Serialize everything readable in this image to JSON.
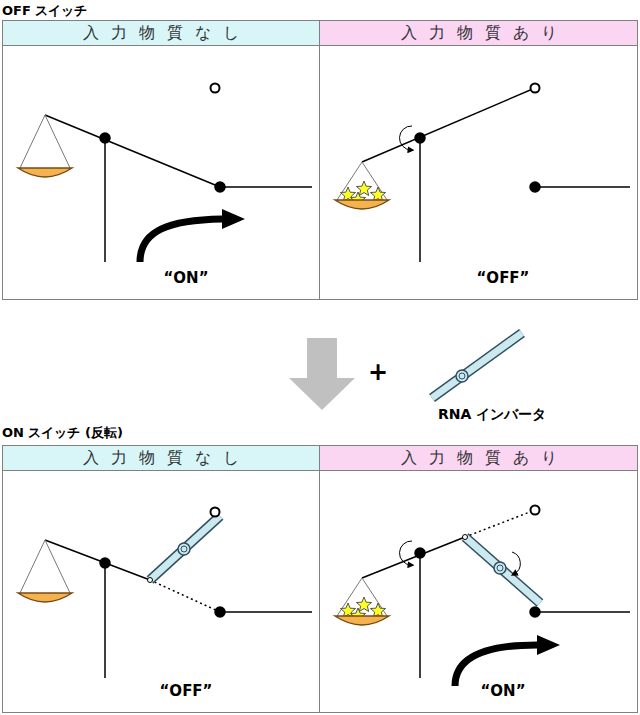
{
  "diagram": {
    "nodes": [
      {
        "text": [
          "OFF スイッチ"
        ]
      },
      {
        "text": [
          "入力物質なし",
          "“ON”"
        ],
        "in": 0
      },
      {
        "text": [
          "入力物質あり",
          "“OFF”"
        ],
        "in": 0
      },
      {
        "text": [
          "ON スイッチ (反転)"
        ]
      },
      {
        "text": [
          "入力物質なし",
          "“OFF”"
        ],
        "in": 3
      },
      {
        "text": [
          "入力物質あり",
          "“ON”"
        ],
        "in": 3
      }
    ],
    "edges": [
      {
        "from": 0,
        "to": 3,
        "arrow": "to"
      }
    ],
    "labels": [
      "+",
      "RNA インバータ"
    ]
  }
}
